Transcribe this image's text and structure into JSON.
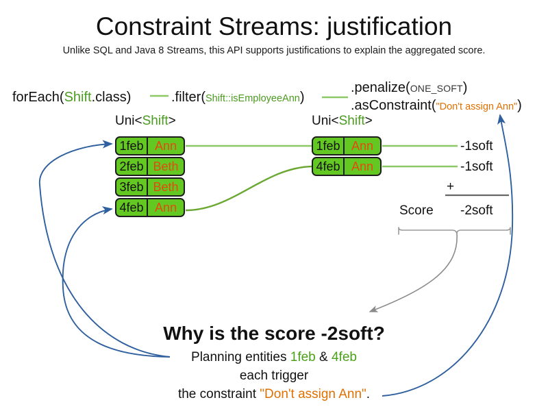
{
  "header": {
    "title": "Constraint Streams: justification",
    "subtitle": "Unlike SQL and Java 8 Streams, this API supports justifications to explain the aggregated score."
  },
  "code": {
    "for_each": {
      "method": "forEach(",
      "type": "Shift",
      "tail": ".class)"
    },
    "filter": {
      "method": ".filter(",
      "arg": "Shift::isEmployeeAnn",
      "tail": ")"
    },
    "penalize": {
      "method": ".penalize(",
      "arg": "ONE_SOFT",
      "tail": ")"
    },
    "as_constraint": {
      "method": ".asConstraint(",
      "arg": "\"Don't assign Ann\"",
      "tail": ")"
    }
  },
  "streams": {
    "left": {
      "label_prefix": "Uni<",
      "label_type": "Shift",
      "label_suffix": ">",
      "rows": [
        {
          "date": "1feb",
          "name": "Ann"
        },
        {
          "date": "2feb",
          "name": "Beth"
        },
        {
          "date": "3feb",
          "name": "Beth"
        },
        {
          "date": "4feb",
          "name": "Ann"
        }
      ]
    },
    "right": {
      "label_prefix": "Uni<",
      "label_type": "Shift",
      "label_suffix": ">",
      "rows": [
        {
          "date": "1feb",
          "name": "Ann"
        },
        {
          "date": "4feb",
          "name": "Ann"
        }
      ]
    }
  },
  "score": {
    "impacts": [
      "-1soft",
      "-1soft"
    ],
    "operator": "+",
    "label": "Score",
    "total": "-2soft"
  },
  "explanation": {
    "heading": "Why is the score -2soft?",
    "line1_prefix": "Planning entities ",
    "line1_entity_a": "1feb",
    "line1_amp": " & ",
    "line1_entity_b": "4feb",
    "line2": "each trigger",
    "line3_prefix": "the constraint ",
    "line3_constraint": "\"Don't assign Ann\"",
    "line3_suffix": "."
  },
  "colors": {
    "tuple_green": "#63c822",
    "type_green": "#4a9b1f",
    "name_orange": "#e24b10",
    "string_orange": "#e07000",
    "connector_green": "#8dc866",
    "arrow_blue": "#2e5f9e",
    "brace_gray": "#9a9a9a"
  }
}
